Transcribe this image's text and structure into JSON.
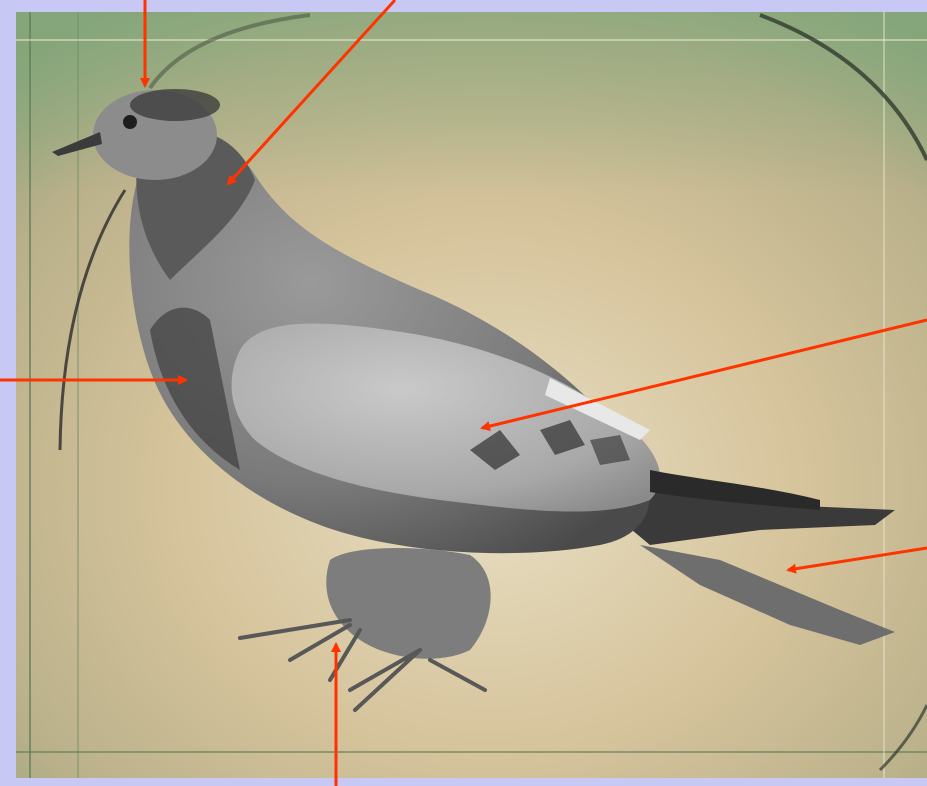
{
  "figure": {
    "subject": "pigeon",
    "border_color": "#c8c8f4",
    "arrow_color": "#ff3300"
  },
  "arrows": [
    {
      "name": "arrow-head",
      "target": "head"
    },
    {
      "name": "arrow-neck",
      "target": "neck"
    },
    {
      "name": "arrow-breast",
      "target": "breast"
    },
    {
      "name": "arrow-wing",
      "target": "wing"
    },
    {
      "name": "arrow-tail",
      "target": "tail"
    },
    {
      "name": "arrow-feet",
      "target": "feet"
    }
  ]
}
